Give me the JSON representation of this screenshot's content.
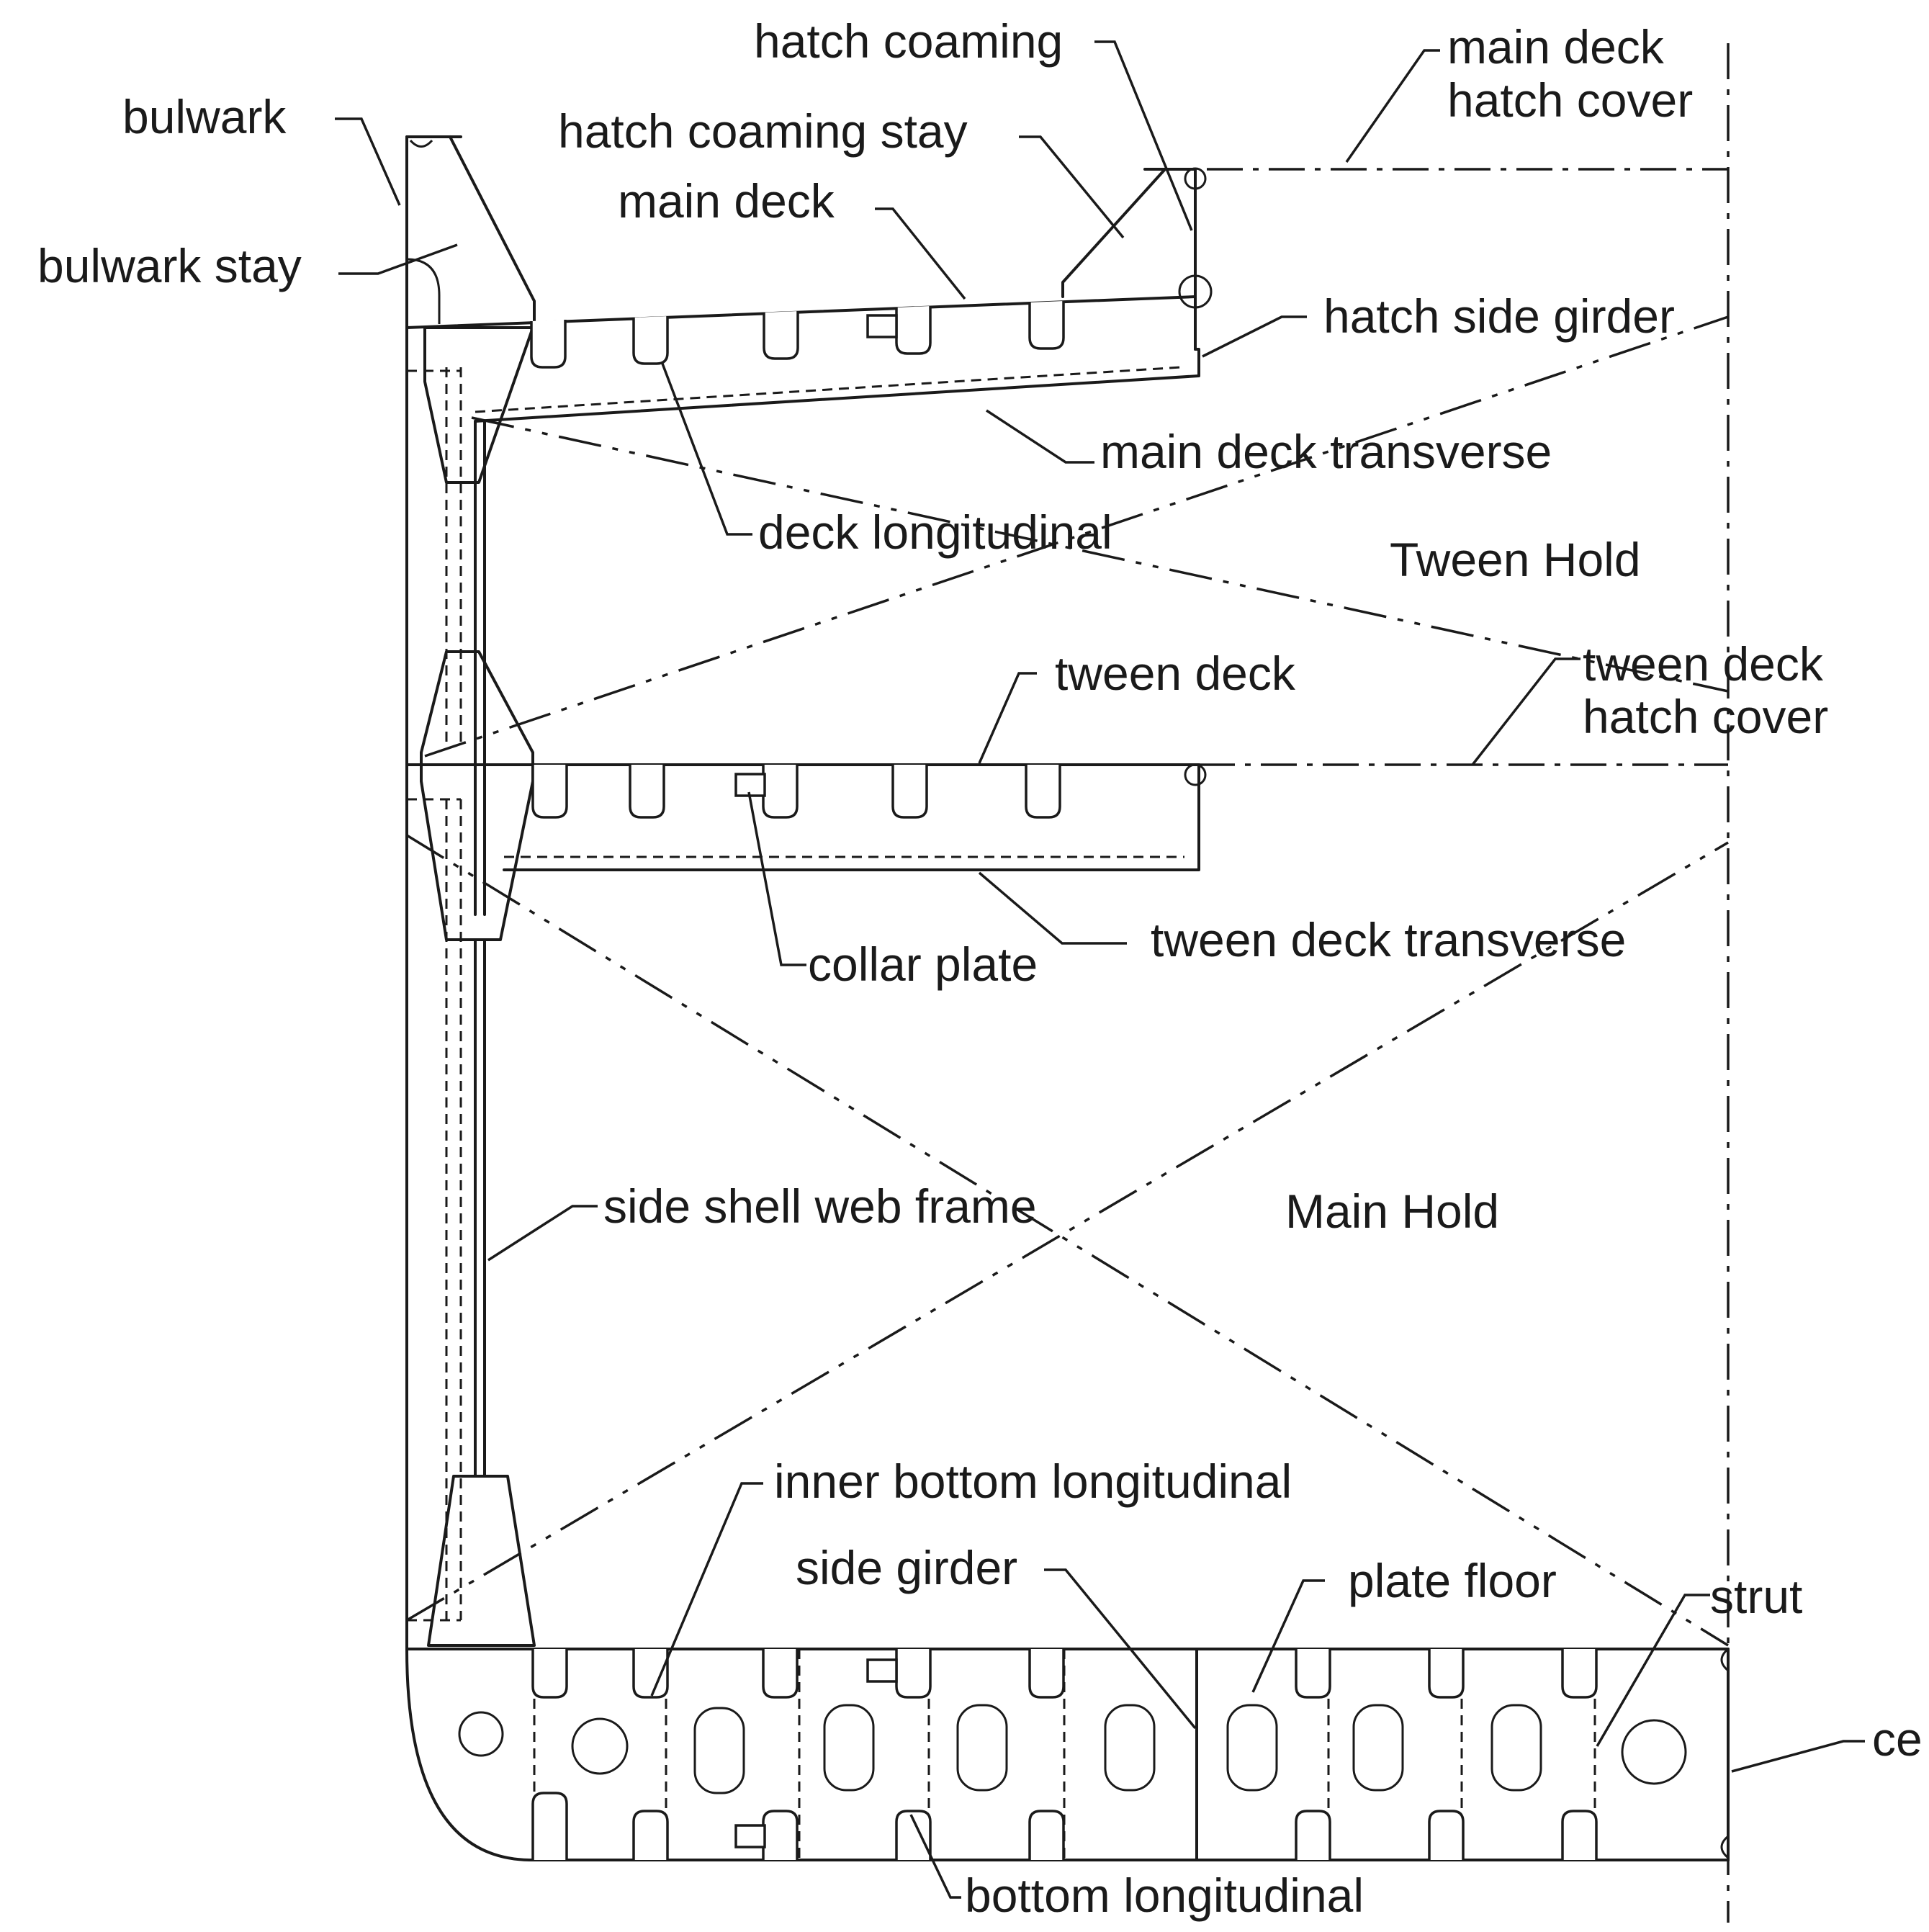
{
  "labels": {
    "hatch_coaming": "hatch coaming",
    "main_deck_hatch_cover_line1": "main deck",
    "main_deck_hatch_cover_line2": "hatch cover",
    "bulwark": "bulwark",
    "hatch_coaming_stay": "hatch coaming stay",
    "main_deck": "main deck",
    "bulwark_stay": "bulwark stay",
    "hatch_side_girder": "hatch side girder",
    "main_deck_transverse": "main deck transverse",
    "deck_longitudinal": "deck longitudinal",
    "tween_hold": "Tween Hold",
    "tween_deck": "tween deck",
    "tween_deck_hatch_cover_line1": "tween deck",
    "tween_deck_hatch_cover_line2": "hatch cover",
    "collar_plate": "collar plate",
    "tween_deck_transverse": "tween deck transverse",
    "side_shell_web_frame": "side shell web frame",
    "main_hold": "Main Hold",
    "inner_bottom_longitudinal": "inner bottom longitudinal",
    "side_girder": "side girder",
    "plate_floor": "plate floor",
    "strut": "strut",
    "centre_girder_partial": "ce",
    "bottom_longitudinal": "bottom longitudinal"
  }
}
